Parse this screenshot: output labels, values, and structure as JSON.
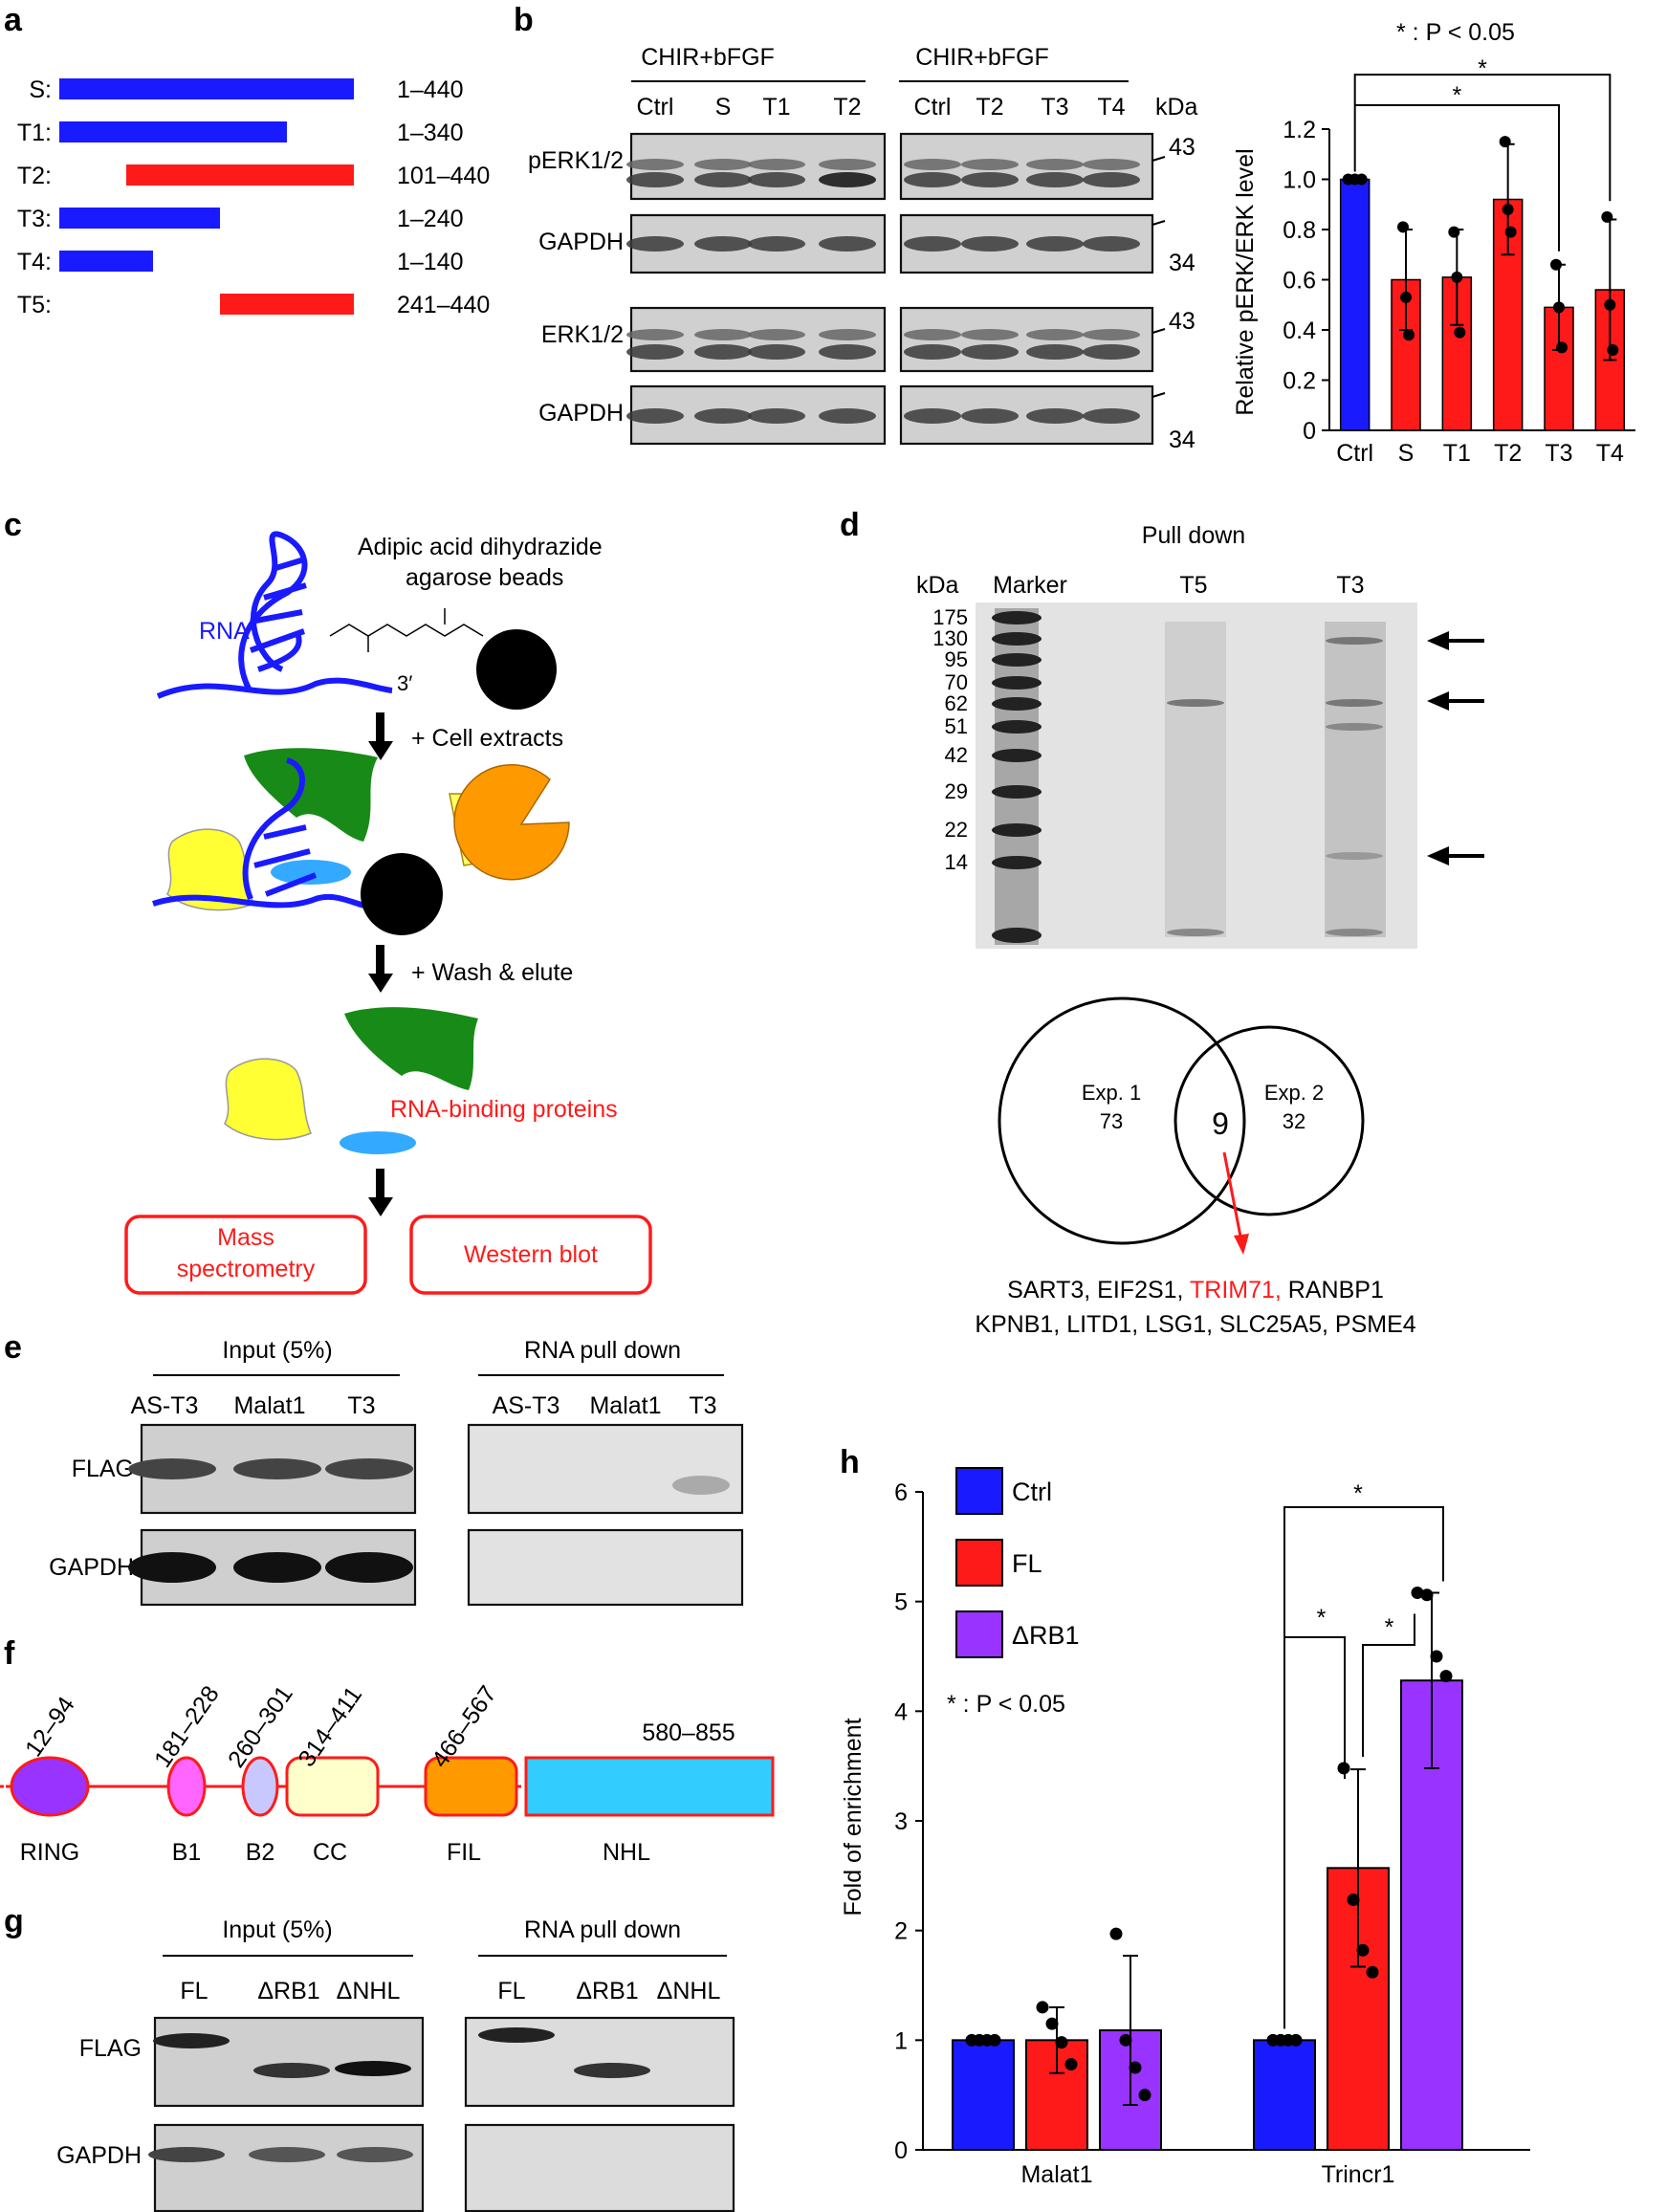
{
  "panel_labels": {
    "a": "a",
    "b": "b",
    "c": "c",
    "d": "d",
    "e": "e",
    "f": "f",
    "g": "g",
    "h": "h"
  },
  "colors": {
    "blue": "#1a1aff",
    "red": "#ff1a1a",
    "purple": "#9933ff",
    "green": "#188a18",
    "yellow": "#ffff33",
    "orange": "#ff9900",
    "lightblue": "#33aaff"
  },
  "panel_a": {
    "rows": [
      {
        "name": "S:",
        "range": "1–440",
        "color": "blue",
        "start": 1,
        "end": 440
      },
      {
        "name": "T1:",
        "range": "1–340",
        "color": "blue",
        "start": 1,
        "end": 340
      },
      {
        "name": "T2:",
        "range": "101–440",
        "color": "red",
        "start": 101,
        "end": 440
      },
      {
        "name": "T3:",
        "range": "1–240",
        "color": "blue",
        "start": 1,
        "end": 240
      },
      {
        "name": "T4:",
        "range": "1–140",
        "color": "blue",
        "start": 1,
        "end": 140
      },
      {
        "name": "T5:",
        "range": "241–440",
        "color": "red",
        "start": 241,
        "end": 440
      }
    ]
  },
  "panel_b": {
    "group1_title": "CHIR+bFGF",
    "group2_title": "CHIR+bFGF",
    "lanes1": [
      "Ctrl",
      "S",
      "T1",
      "T2"
    ],
    "lanes2": [
      "Ctrl",
      "T2",
      "T3",
      "T4"
    ],
    "kda": "kDa",
    "rows": [
      "pERK1/2",
      "GAPDH",
      "ERK1/2",
      "GAPDH"
    ],
    "markers": [
      "43",
      "34",
      "43",
      "34"
    ],
    "sig_note": "* : P < 0.05"
  },
  "panel_c": {
    "beads_label": "Adipic acid dihydrazide agarose beads",
    "beads_line1": "Adipic acid dihydrazide",
    "beads_line2": "agarose beads",
    "rna": "RNA",
    "three_prime": "3′",
    "step1": "+ Cell extracts",
    "step2": "+ Wash & elute",
    "rbp": "RNA-binding proteins",
    "box1_line1": "Mass",
    "box1_line2": "spectrometry",
    "box2": "Western blot"
  },
  "panel_d": {
    "title": "Pull down",
    "kda": "kDa",
    "lanes": [
      "Marker",
      "T5",
      "T3"
    ],
    "markers": [
      "175",
      "130",
      "95",
      "70",
      "62",
      "51",
      "42",
      "29",
      "22",
      "14"
    ],
    "venn": {
      "exp1": "Exp. 1",
      "exp1_n": "73",
      "overlap": "9",
      "exp2": "Exp. 2",
      "exp2_n": "32"
    },
    "genes_line1_a": "SART3, EIF2S1, ",
    "genes_line1_hl": "TRIM71,",
    "genes_line1_b": " RANBP1",
    "genes_line2": "KPNB1, LITD1, LSG1, SLC25A5, PSME4"
  },
  "panel_e": {
    "input": "Input (5%)",
    "pulldown": "RNA pull down",
    "lanes": [
      "AS-T3",
      "Malat1",
      "T3"
    ],
    "rows": [
      "FLAG",
      "GAPDH"
    ]
  },
  "panel_f": {
    "domains": [
      {
        "name": "RING",
        "range": "12–94"
      },
      {
        "name": "B1",
        "range": "181–228"
      },
      {
        "name": "B2",
        "range": "260–301"
      },
      {
        "name": "CC",
        "range": "314–411"
      },
      {
        "name": "FIL",
        "range": "466–567"
      },
      {
        "name": "NHL",
        "range": "580–855"
      }
    ]
  },
  "panel_g": {
    "input": "Input (5%)",
    "pulldown": "RNA pull down",
    "lanes": [
      "FL",
      "ΔRB1",
      "ΔNHL"
    ],
    "rows": [
      "FLAG",
      "GAPDH"
    ]
  },
  "chart_data": [
    {
      "type": "bar",
      "panel": "b",
      "categories": [
        "Ctrl",
        "S",
        "T1",
        "T2",
        "T3",
        "T4"
      ],
      "values": [
        1.0,
        0.6,
        0.61,
        0.92,
        0.49,
        0.56
      ],
      "errors": [
        0.0,
        0.2,
        0.19,
        0.22,
        0.17,
        0.28
      ],
      "points": [
        [
          1,
          1,
          1
        ],
        [
          0.81,
          0.53,
          0.38
        ],
        [
          0.79,
          0.61,
          0.39
        ],
        [
          1.15,
          0.88,
          0.79
        ],
        [
          0.66,
          0.49,
          0.33
        ],
        [
          0.85,
          0.5,
          0.32
        ]
      ],
      "colors": [
        "#1a1aff",
        "#ff1a1a",
        "#ff1a1a",
        "#ff1a1a",
        "#ff1a1a",
        "#ff1a1a"
      ],
      "ylabel": "Relative pERK/ERK level",
      "ylim": [
        0,
        1.2
      ],
      "yticks": [
        "0",
        "0.2",
        "0.4",
        "0.6",
        "0.8",
        "1.0",
        "1.2"
      ],
      "significance": [
        {
          "from": "Ctrl",
          "to": "T3",
          "label": "*"
        },
        {
          "from": "Ctrl",
          "to": "T4",
          "label": "*"
        }
      ],
      "note": "* : P < 0.05"
    },
    {
      "type": "bar",
      "panel": "h",
      "categories": [
        "Malat1",
        "Trincr1"
      ],
      "series": [
        {
          "name": "Ctrl",
          "color": "#1a1aff",
          "values": [
            1.0,
            1.0
          ],
          "errors": [
            0.0,
            0.0
          ],
          "points": [
            [
              1,
              1,
              1,
              1
            ],
            [
              1,
              1,
              1,
              1
            ]
          ]
        },
        {
          "name": "FL",
          "color": "#ff1a1a",
          "values": [
            1.0,
            2.57
          ],
          "errors": [
            0.3,
            0.9
          ],
          "points": [
            [
              1.3,
              1.15,
              0.98,
              0.78
            ],
            [
              3.48,
              2.28,
              1.82,
              1.62
            ]
          ]
        },
        {
          "name": "ΔRB1",
          "color": "#9933ff",
          "values": [
            1.09,
            4.28
          ],
          "errors": [
            0.68,
            0.8
          ],
          "points": [
            [
              1.97,
              1.0,
              0.75,
              0.5
            ],
            [
              5.08,
              5.06,
              4.5,
              4.32
            ]
          ]
        }
      ],
      "ylabel": "Fold of enrichment",
      "ylim": [
        0,
        6
      ],
      "yticks": [
        "0",
        "1",
        "2",
        "3",
        "4",
        "5",
        "6"
      ],
      "legend": "top-left",
      "significance": [
        {
          "group": "Trincr1",
          "from": "Ctrl",
          "to": "FL",
          "label": "*"
        },
        {
          "group": "Trincr1",
          "from": "FL",
          "to": "ΔRB1",
          "label": "*"
        },
        {
          "group": "Trincr1",
          "from": "Ctrl",
          "to": "ΔRB1",
          "label": "*"
        }
      ],
      "note": "* : P < 0.05"
    }
  ]
}
